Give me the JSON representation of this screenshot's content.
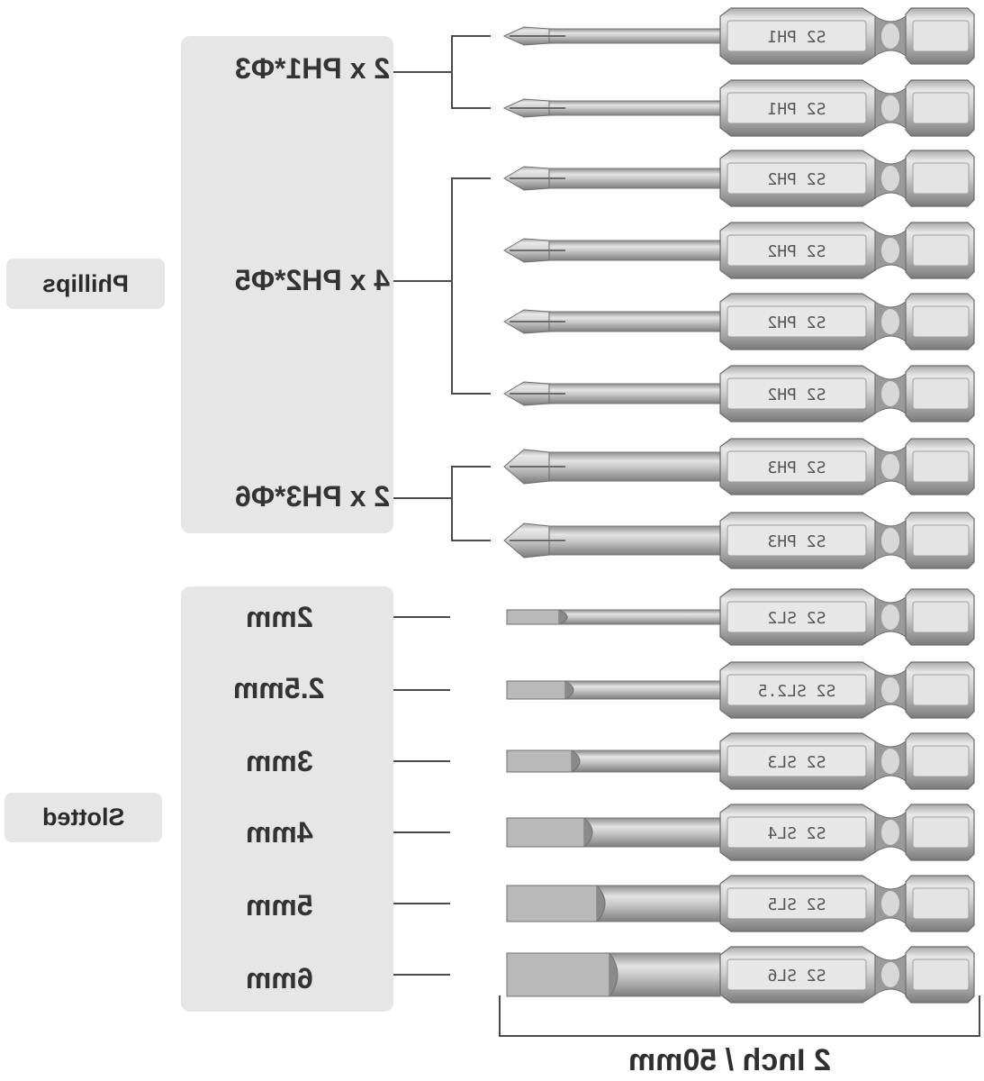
{
  "categories": {
    "phillips": "Phillips",
    "slotted": "Slotted"
  },
  "phillips_groups": [
    {
      "label": "2 x PH1*Φ3"
    },
    {
      "label": "4 x PH2*Φ5"
    },
    {
      "label": "2 x PH3*Φ6"
    }
  ],
  "slotted_sizes": [
    {
      "label": "2mm"
    },
    {
      "label": "2.5mm"
    },
    {
      "label": "3mm"
    },
    {
      "label": "4mm"
    },
    {
      "label": "5mm"
    },
    {
      "label": "6mm"
    }
  ],
  "bits": [
    {
      "text": "S2 PH1",
      "tip": "phillips",
      "size": 1
    },
    {
      "text": "S2 PH1",
      "tip": "phillips",
      "size": 1
    },
    {
      "text": "S2 PH2",
      "tip": "phillips",
      "size": 2
    },
    {
      "text": "S2 PH2",
      "tip": "phillips",
      "size": 2
    },
    {
      "text": "S2 PH2",
      "tip": "phillips",
      "size": 2
    },
    {
      "text": "S2 PH2",
      "tip": "phillips",
      "size": 2
    },
    {
      "text": "S2 PH3",
      "tip": "phillips",
      "size": 3
    },
    {
      "text": "S2 PH3",
      "tip": "phillips",
      "size": 3
    },
    {
      "text": "S2 SL2",
      "tip": "slotted",
      "size": 2
    },
    {
      "text": "S2 SL2.5",
      "tip": "slotted",
      "size": 2.5
    },
    {
      "text": "S2 SL3",
      "tip": "slotted",
      "size": 3
    },
    {
      "text": "S2 SL4",
      "tip": "slotted",
      "size": 4
    },
    {
      "text": "S2 SL5",
      "tip": "slotted",
      "size": 5
    },
    {
      "text": "S2 SL6",
      "tip": "slotted",
      "size": 6
    }
  ],
  "dimension": "2 Inch / 50mm",
  "colors": {
    "panel": "#e6e6e6",
    "text": "#333333",
    "metal_light": "#dcdcdc",
    "metal_dark": "#8a8a8a"
  }
}
